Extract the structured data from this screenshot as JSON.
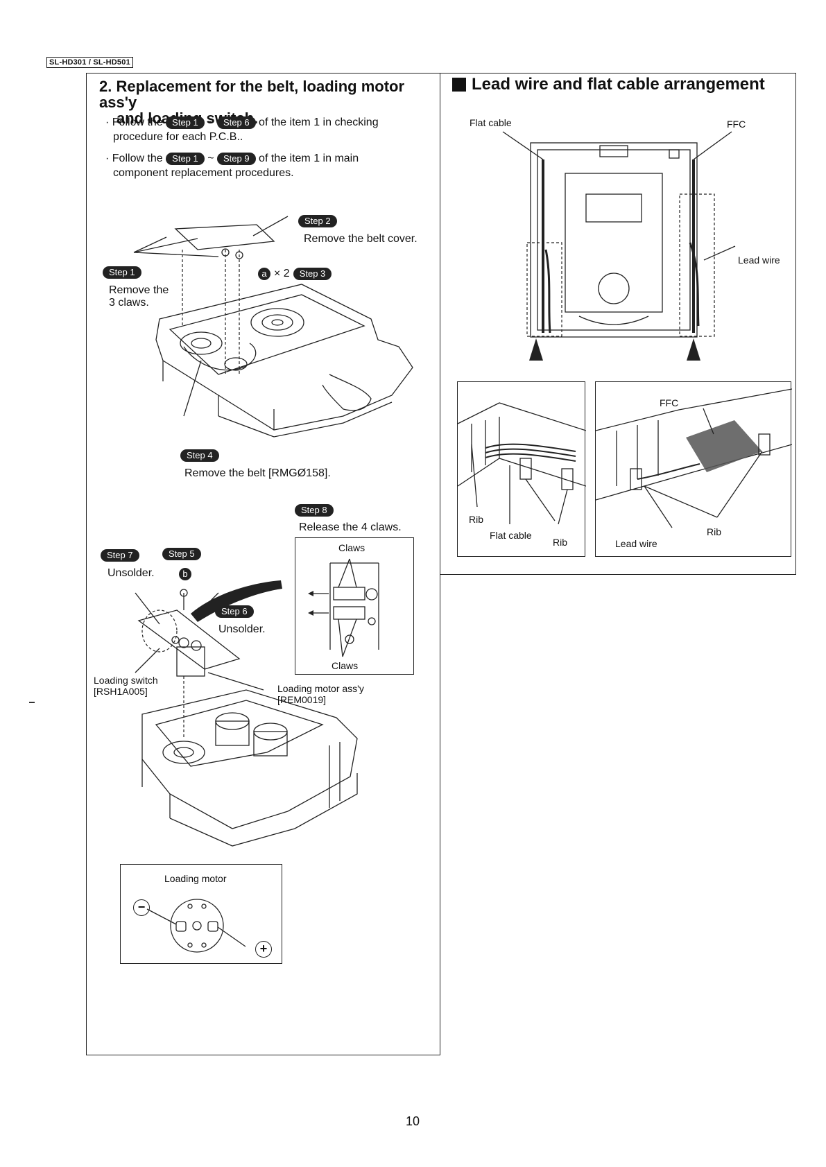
{
  "header": {
    "model": "SL-HD301 / SL-HD501"
  },
  "left": {
    "title": "2. Replacement for the belt, loading motor ass'y and loading switch.",
    "title_line1": "2. Replacement for the belt, loading motor ass'y",
    "title_line2": "and loading switch.",
    "bullet1": {
      "prefix": "Follow the",
      "from": "Step 1",
      "sep": "~",
      "to": "Step 6",
      "suffix": "of the item 1 in checking",
      "line2": "procedure for each P.C.B.."
    },
    "bullet2": {
      "prefix": "Follow the",
      "from": "Step 1",
      "sep": "~",
      "to": "Step 9",
      "suffix": "of the item 1 in main",
      "line2": "component replacement procedures."
    },
    "step1": {
      "label": "Step 1",
      "text1": "Remove the",
      "text2": "3 claws."
    },
    "step2": {
      "label": "Step 2",
      "text": "Remove the belt cover."
    },
    "step3": {
      "label": "Step 3",
      "count": "× 2"
    },
    "step4": {
      "label": "Step 4",
      "text": "Remove the belt [RMGØ158]."
    },
    "step5": {
      "label": "Step 5"
    },
    "step6": {
      "label": "Step 6",
      "text": "Unsolder."
    },
    "step7": {
      "label": "Step 7",
      "text": "Unsolder."
    },
    "step8": {
      "label": "Step 8",
      "text": "Release the 4 claws."
    },
    "marker_a": "a",
    "marker_b": "b",
    "claws_top": "Claws",
    "claws_bottom": "Claws",
    "loading_switch": {
      "name": "Loading switch",
      "part": "[RSH1A005]"
    },
    "loading_motor_assy": {
      "name": "Loading motor ass'y",
      "part": "[REM0019]"
    },
    "loading_motor_box": {
      "title": "Loading motor",
      "minus": "−",
      "plus": "+"
    }
  },
  "right": {
    "title": "Lead wire and flat cable arrangement",
    "labels": {
      "flat_cable_top": "Flat cable",
      "ffc_top": "FFC",
      "lead_wire_side": "Lead wire",
      "rib_left": "Rib",
      "flat_cable_bottom": "Flat cable",
      "rib_mid": "Rib",
      "ffc_bottom": "FFC",
      "rib_right": "Rib",
      "lead_wire_bottom": "Lead wire"
    }
  },
  "footer": {
    "page_number": "10"
  }
}
